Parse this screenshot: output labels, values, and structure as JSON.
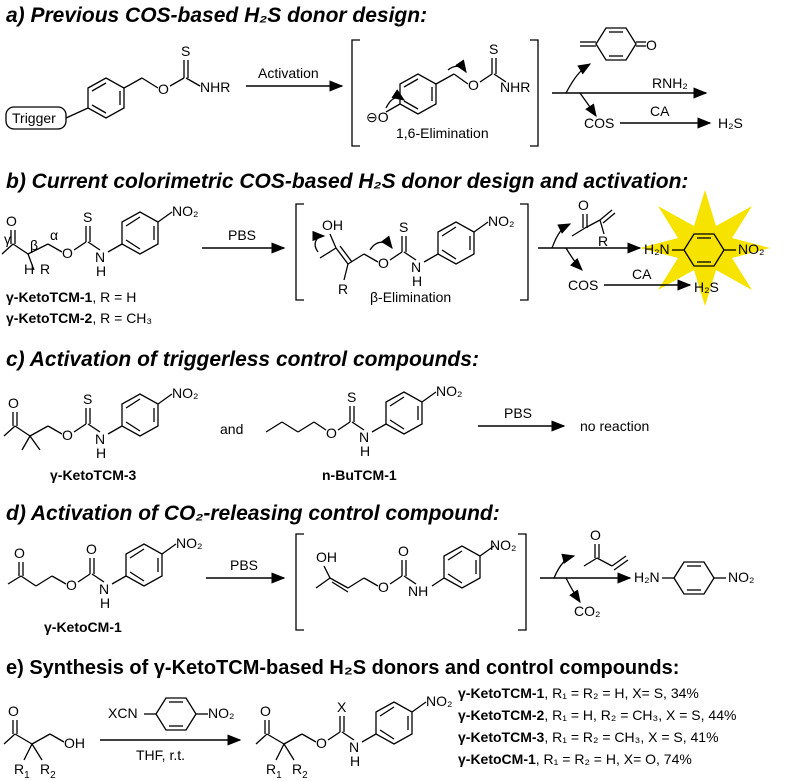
{
  "sections": {
    "a": "a) Previous COS-based H₂S donor design:",
    "b": "b) Current colorimetric COS-based H₂S donor design and activation:",
    "c": "c) Activation of triggerless control compounds:",
    "d": "d) Activation of CO₂-releasing control compound:",
    "e": "e) Synthesis of γ-KetoTCM-based H₂S donors and control compounds:"
  },
  "panel_a": {
    "trigger": "Trigger",
    "activation": "Activation",
    "elimination": "1,6-Elimination",
    "rnh2": "RNH₂",
    "cos": "COS",
    "ca": "CA",
    "h2s": "H₂S"
  },
  "panel_b": {
    "pbs": "PBS",
    "elimination": "β-Elimination",
    "cos": "COS",
    "ca": "CA",
    "h2s": "H₂S",
    "h2n": "H₂N",
    "no2": "NO₂",
    "compound1_name": "γ-KetoTCM-1",
    "compound1_r": ", R = H",
    "compound2_name": "γ-KetoTCM-2",
    "compound2_r": ", R = CH₃",
    "greek_gamma": "γ",
    "greek_beta": "β",
    "greek_alpha": "α"
  },
  "panel_c": {
    "and": "and",
    "pbs": "PBS",
    "no_reaction": "no reaction",
    "compound3": "γ-KetoTCM-3",
    "compound_bu": "n-BuTCM-1"
  },
  "panel_d": {
    "pbs": "PBS",
    "co2": "CO₂",
    "compound": "γ-KetoCM-1",
    "h2n": "H₂N",
    "no2": "NO₂"
  },
  "panel_e": {
    "reagent_top": "XCN",
    "reagent_bottom": "THF, r.t.",
    "results": [
      {
        "name": "γ-KetoTCM-1",
        "detail": ", R₁ = R₂ = H, X= S, 34%"
      },
      {
        "name": "γ-KetoTCM-2",
        "detail": ", R₁ = H, R₂ = CH₃, X = S, 44%"
      },
      {
        "name": "γ-KetoTCM-3",
        "detail": ", R₁ = R₂ = CH₃, X = S, 41%"
      },
      {
        "name": "γ-KetoCM-1",
        "detail": ", R₁ = R₂ = H, X= O, 74%"
      }
    ]
  },
  "colors": {
    "star": "#f7e300",
    "ink": "#000000"
  }
}
